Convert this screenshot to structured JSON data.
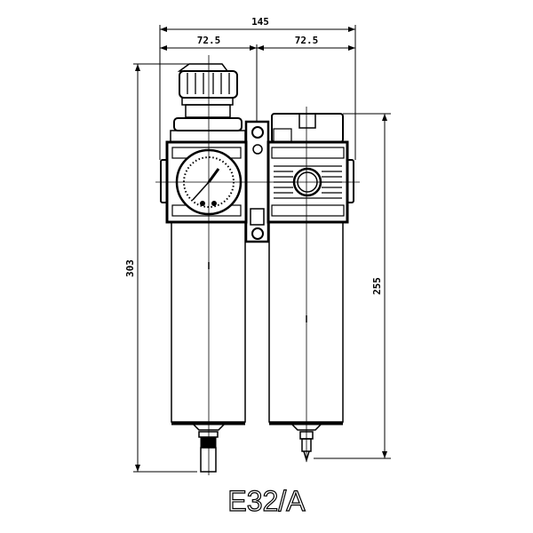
{
  "drawing": {
    "model": "E32/A",
    "dimensions": {
      "total_width": "145",
      "left_half_width": "72.5",
      "right_half_width": "72.5",
      "left_height": "303",
      "right_height": "255"
    }
  }
}
